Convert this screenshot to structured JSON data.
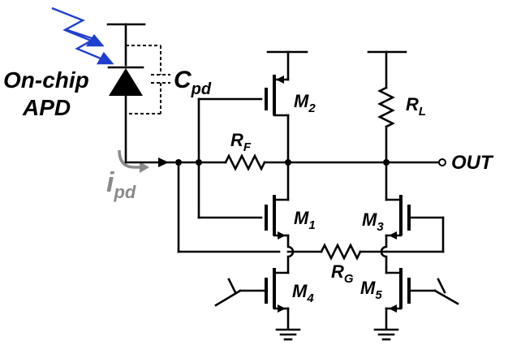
{
  "labels": {
    "apd_line1": "On-chip",
    "apd_line2": "APD",
    "cpd_main": "C",
    "cpd_sub": "pd",
    "ipd_main": "i",
    "ipd_sub": "pd",
    "m1_main": "M",
    "m1_sub": "1",
    "m2_main": "M",
    "m2_sub": "2",
    "m3_main": "M",
    "m3_sub": "3",
    "m4_main": "M",
    "m4_sub": "4",
    "m5_main": "M",
    "m5_sub": "5",
    "rf_main": "R",
    "rf_sub": "F",
    "rg_main": "R",
    "rg_sub": "G",
    "rl_main": "R",
    "rl_sub": "L",
    "out": "OUT"
  },
  "colors": {
    "wire": "#000000",
    "light": "#1f3fd0",
    "current_arrow": "#8a8a8a"
  },
  "icons": {
    "light": "light-ray-icon",
    "photodiode": "photodiode-icon",
    "ground": "ground-icon",
    "switch": "switch-icon"
  }
}
